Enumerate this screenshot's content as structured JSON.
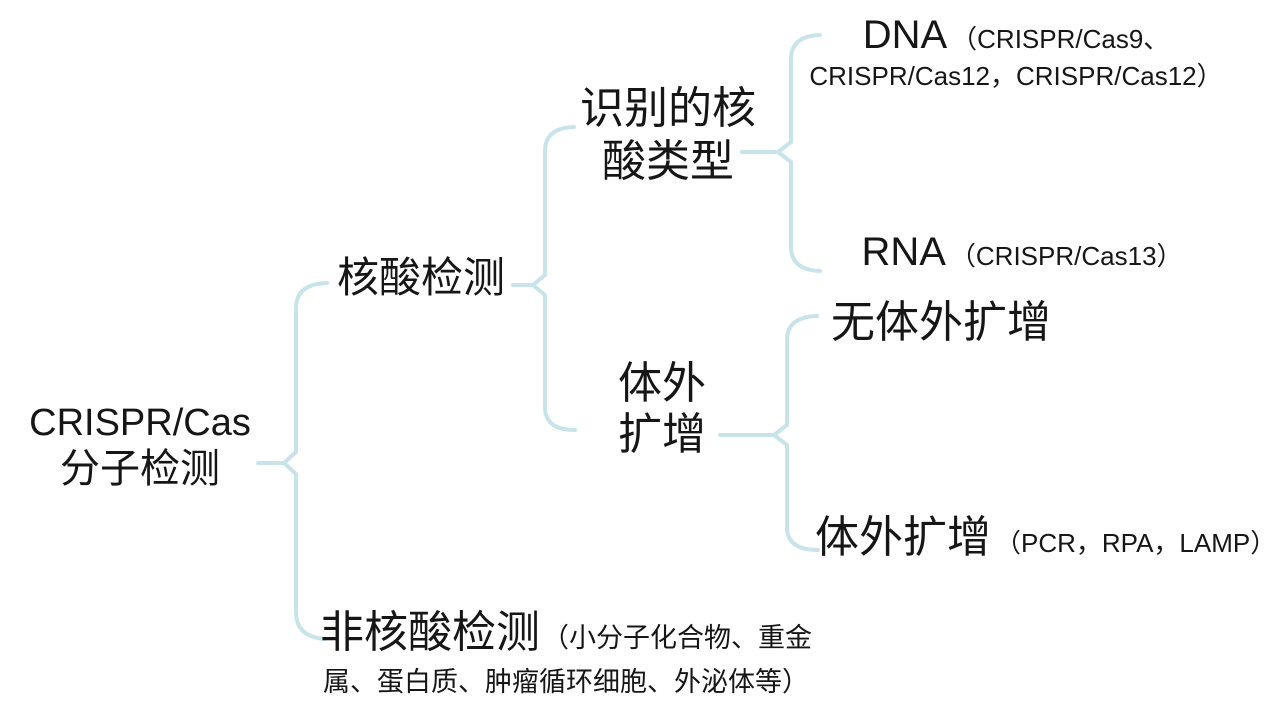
{
  "diagram": {
    "background_color": "#ffffff",
    "brace_color": "#c9e3ea",
    "text_color": "#161616",
    "root": {
      "title": "CRISPR/Cas",
      "subtitle": "分子检测"
    },
    "nucleic_branch": {
      "label": "核酸检测",
      "type_node": {
        "line1": "识别的核",
        "line2": "酸类型"
      },
      "dna_leaf": {
        "label": "DNA",
        "detail_line1": "（CRISPR/Cas9、",
        "detail_line2": "CRISPR/Cas12，CRISPR/Cas12）"
      },
      "rna_leaf": {
        "label": "RNA",
        "detail": "（CRISPR/Cas13）"
      },
      "amplification_node": {
        "line1": "体外",
        "line2": "扩增"
      },
      "no_amplification_leaf": {
        "label": "无体外扩增"
      },
      "amplification_leaf": {
        "label": "体外扩增",
        "detail": "（PCR，RPA，LAMP）"
      }
    },
    "non_nucleic_branch": {
      "label": "非核酸检测",
      "detail_line1": "（小分子化合物、重金",
      "detail_line2": "属、蛋白质、肿瘤循环细胞、外泌体等）"
    }
  }
}
